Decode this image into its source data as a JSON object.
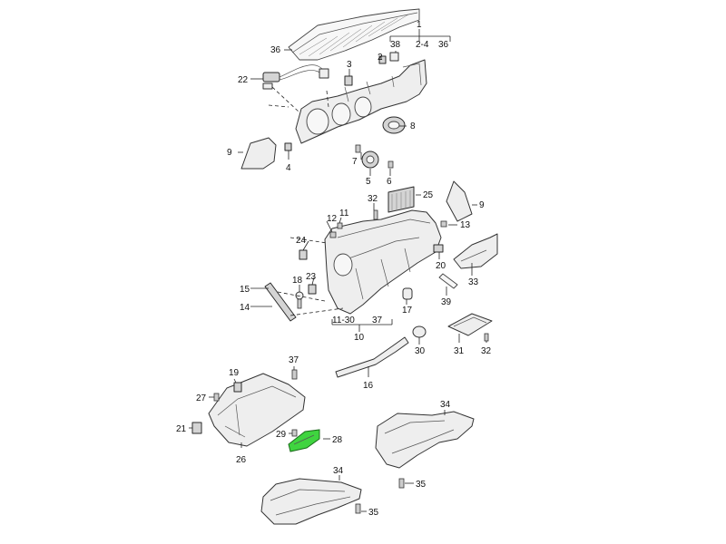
{
  "colors": {
    "background": "#ffffff",
    "line": "#222222",
    "highlight": "#3fd43f"
  },
  "callouts": {
    "c1": "1",
    "c2": "2",
    "c3": "3",
    "c4": "4",
    "c5": "5",
    "c6": "6",
    "c7": "7",
    "c8": "8",
    "c9a": "9",
    "c9b": "9",
    "c10": "10",
    "c11": "11",
    "c12": "12",
    "c13": "13",
    "c14": "14",
    "c15": "15",
    "c16": "16",
    "c17": "17",
    "c18": "18",
    "c19": "19",
    "c20": "20",
    "c21": "21",
    "c22": "22",
    "c23": "23",
    "c24": "24",
    "c25": "25",
    "c26": "26",
    "c27": "27",
    "c28": "28",
    "c29": "29",
    "c30": "30",
    "c31": "31",
    "c32a": "32",
    "c32b": "32",
    "c33": "33",
    "c34a": "34",
    "c34b": "34",
    "c35a": "35",
    "c35b": "35",
    "c36": "36",
    "c37a": "37",
    "c37b": "37",
    "c38": "38",
    "c39": "39"
  },
  "groups": {
    "top_range": "2-4",
    "top_36": "36",
    "mid_range": "11-30",
    "mid_37": "37"
  },
  "highlighted_part": "28"
}
